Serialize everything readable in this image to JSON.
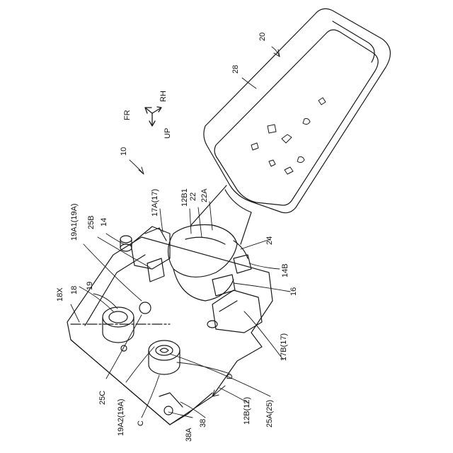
{
  "labels": {
    "l20": "20",
    "l28": "28",
    "l10": "10",
    "l22": "22",
    "l22A": "22A",
    "l12B1": "12B1",
    "l24": "24",
    "l14B": "14B",
    "l16": "16",
    "l17A": "17A(17)",
    "l14": "14",
    "l25B": "25B",
    "l19A1": "19A1(19A)",
    "l19": "19",
    "l18": "18",
    "l18X": "18X",
    "l25C": "25C",
    "l19A2": "19A2(19A)",
    "lC": "C",
    "l38": "38",
    "l38A": "38A",
    "l12B": "12B(12)",
    "l25A": "25A(25)",
    "lD": "D",
    "l17B": "17B(17)"
  },
  "orientation": {
    "fr": "FR",
    "rh": "RH",
    "up": "UP"
  }
}
